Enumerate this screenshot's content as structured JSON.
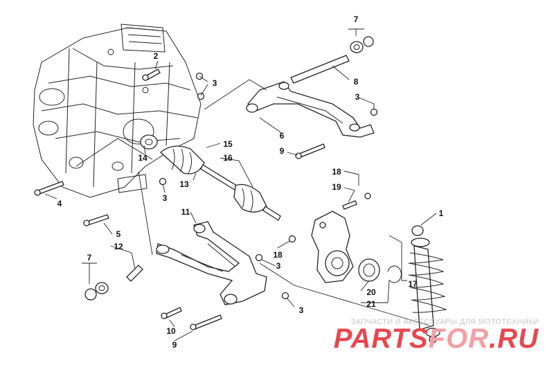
{
  "callouts": [
    {
      "text": "7"
    },
    {
      "text": "2"
    },
    {
      "text": "3"
    },
    {
      "text": "8"
    },
    {
      "text": "3"
    },
    {
      "text": "6"
    },
    {
      "text": "9"
    },
    {
      "text": "15"
    },
    {
      "text": "16"
    },
    {
      "text": "14"
    },
    {
      "text": "13"
    },
    {
      "text": "3"
    },
    {
      "text": "4"
    },
    {
      "text": "18"
    },
    {
      "text": "19"
    },
    {
      "text": "11"
    },
    {
      "text": "1"
    },
    {
      "text": "5"
    },
    {
      "text": "12"
    },
    {
      "text": "18"
    },
    {
      "text": "3"
    },
    {
      "text": "7"
    },
    {
      "text": "17"
    },
    {
      "text": "20"
    },
    {
      "text": "21"
    },
    {
      "text": "3"
    },
    {
      "text": "10"
    },
    {
      "text": "9"
    }
  ],
  "watermark": {
    "subtitle": "ЗАПЧАСТИ И АКСЕССУАРЫ ДЛЯ МОТОТЕХНИКИ",
    "brand_part1": "PARTS",
    "brand_part2": "FOR",
    "brand_part3": ".RU",
    "brand_color": "#e8474f",
    "brand_color_light": "#f2a0a4"
  }
}
